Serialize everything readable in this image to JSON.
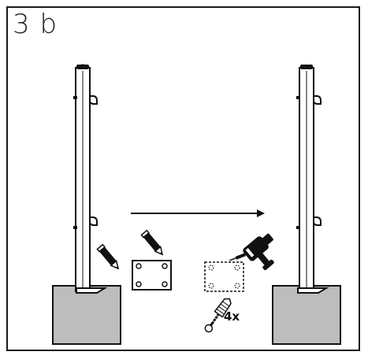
{
  "step_label": "3 b",
  "quantity_label": "4x",
  "colors": {
    "frame": "#1a1a1a",
    "line": "#111111",
    "concrete": "#bdbdbd",
    "paper": "#ffffff"
  },
  "icons": [
    "post-left",
    "post-right",
    "concrete-base-left",
    "concrete-base-right",
    "pencil-icon",
    "template-plate",
    "drill-icon",
    "anchor-bolt-icon",
    "arrow"
  ]
}
